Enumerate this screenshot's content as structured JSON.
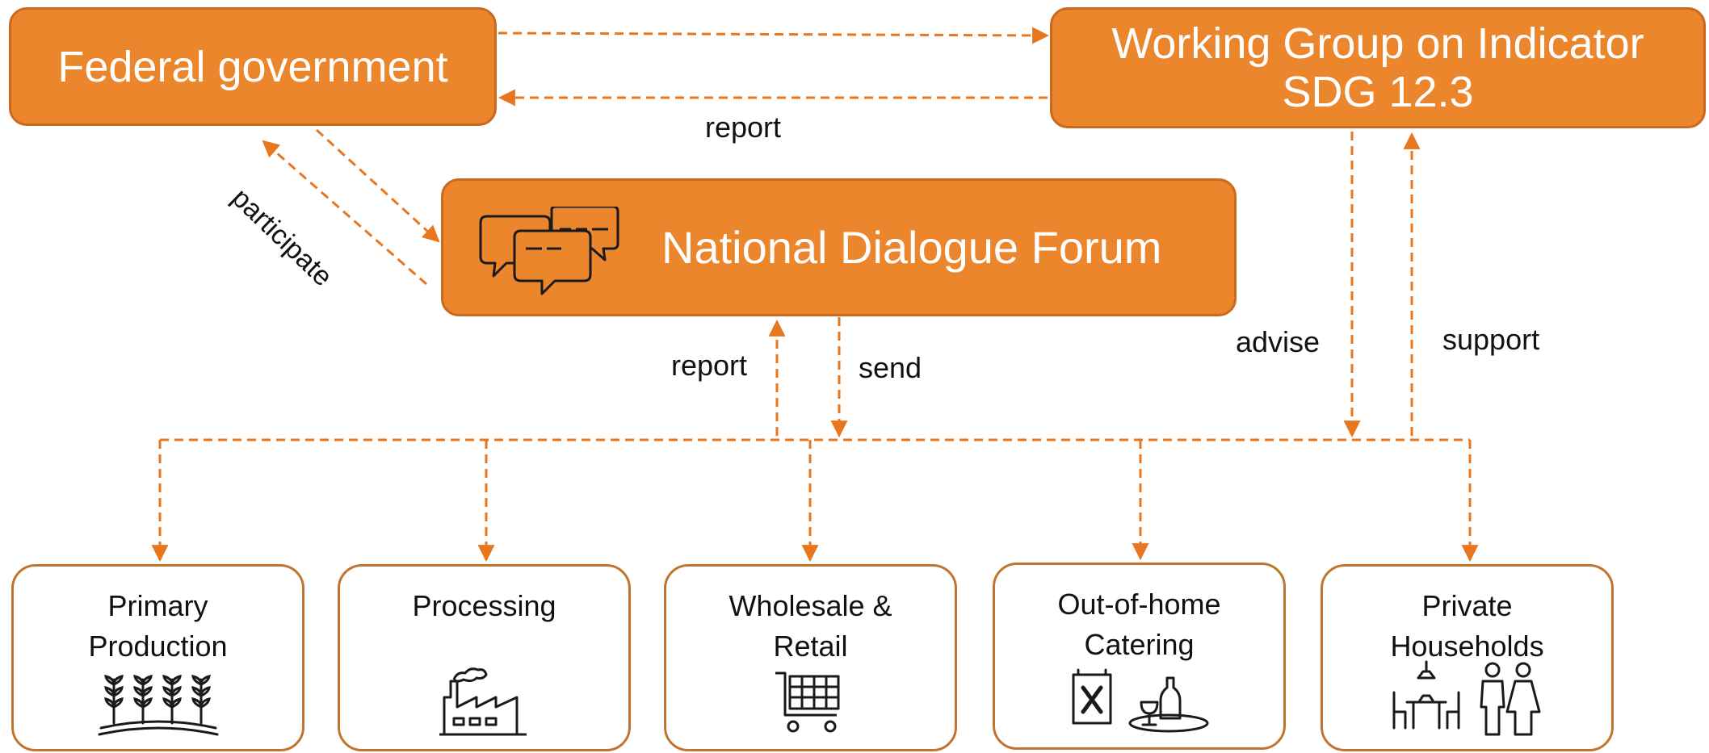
{
  "nodes": {
    "federal": "Federal government",
    "working_group": {
      "line1": "Working Group on Indicator",
      "line2": "SDG 12.3"
    },
    "forum": "National Dialogue Forum"
  },
  "edges": {
    "report_top": "report",
    "participate": "participate",
    "report_mid": "report",
    "send": "send",
    "advise": "advise",
    "support": "support"
  },
  "sectors": [
    {
      "label": "Primary\nProduction",
      "icon": "wheat-icon"
    },
    {
      "label": "Processing",
      "icon": "factory-icon"
    },
    {
      "label": "Wholesale &\nRetail",
      "icon": "shopping-cart-icon"
    },
    {
      "label": "Out-of-home\nCatering",
      "icon": "menu-and-dining-icon"
    },
    {
      "label": "Private\nHouseholds",
      "icon": "family-and-dining-table-icon"
    }
  ],
  "colors": {
    "accent": "#EB862C",
    "accent_dark": "#C96A1E",
    "text": "#111111"
  }
}
